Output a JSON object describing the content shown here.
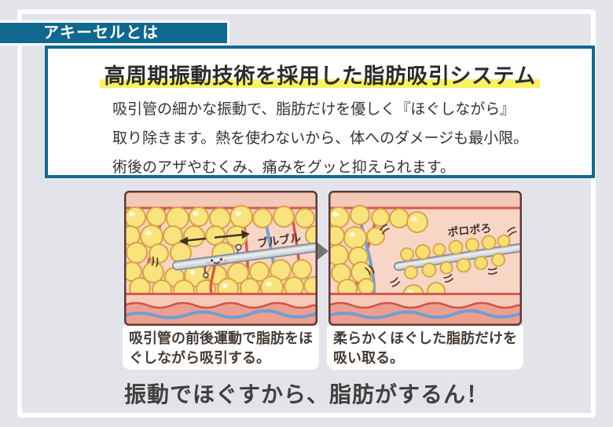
{
  "badge": {
    "label": "アキーセルとは"
  },
  "intro": {
    "title": "高周期振動技術を採用した脂肪吸引システム",
    "line1": "吸引管の細かな振動で、脂肪だけを優しく『ほぐしながら』",
    "line2": "取り除きます。熱を使わないから、体へのダメージも最小限。",
    "line3": "術後のアザやむくみ、痛みをグッと抑えられます。"
  },
  "figure": {
    "left": {
      "sfx": "ブルブル",
      "caption": "吸引管の前後運動で脂肪をほぐしながら吸引する。"
    },
    "right": {
      "sfx": "ポロポろ",
      "caption": "柔らかくほぐした脂肪だけを吸い取る。"
    }
  },
  "slogan": "振動でほぐすから、脂肪がするん！",
  "colors": {
    "background": "#e3e4ea",
    "accent_teal": "#11688f",
    "highlight_yellow": "#fbf261",
    "illustration_red": "#d9574e",
    "illustration_blue": "#6f9fd6",
    "fat_cell_yellow": "#f9e37c",
    "panel_skin_pink": "#f8d6c5"
  }
}
